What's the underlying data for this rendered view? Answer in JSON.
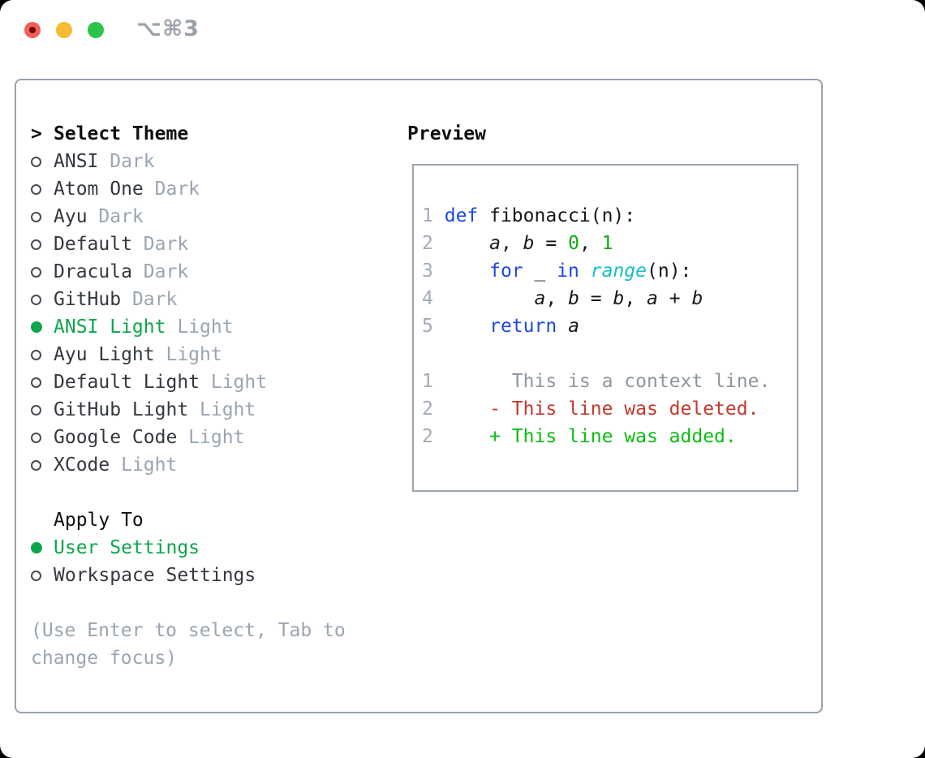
{
  "window": {
    "shortcut_label": "⌥⌘3",
    "traffic_lights": {
      "close": "#f1605a",
      "close_dot": "#6d0b0b",
      "minimize": "#f7bb33",
      "zoom": "#2ec24a"
    }
  },
  "select_theme": {
    "prompt": ">",
    "title": "Select Theme",
    "themes": [
      {
        "name": "ANSI",
        "tag": "Dark",
        "selected": false
      },
      {
        "name": "Atom One",
        "tag": "Dark",
        "selected": false
      },
      {
        "name": "Ayu",
        "tag": "Dark",
        "selected": false
      },
      {
        "name": "Default",
        "tag": "Dark",
        "selected": false
      },
      {
        "name": "Dracula",
        "tag": "Dark",
        "selected": false
      },
      {
        "name": "GitHub",
        "tag": "Dark",
        "selected": false
      },
      {
        "name": "ANSI Light",
        "tag": "Light",
        "selected": true
      },
      {
        "name": "Ayu Light",
        "tag": "Light",
        "selected": false
      },
      {
        "name": "Default Light",
        "tag": "Light",
        "selected": false
      },
      {
        "name": "GitHub Light",
        "tag": "Light",
        "selected": false
      },
      {
        "name": "Google Code",
        "tag": "Light",
        "selected": false
      },
      {
        "name": "XCode",
        "tag": "Light",
        "selected": false
      }
    ]
  },
  "apply_to": {
    "title": "Apply To",
    "options": [
      {
        "name": "User Settings",
        "selected": true
      },
      {
        "name": "Workspace Settings",
        "selected": false
      }
    ]
  },
  "help_lines": [
    "(Use Enter to select, Tab to",
    "change focus)"
  ],
  "preview": {
    "title": "Preview",
    "lines": [
      {
        "num": "1",
        "tokens": [
          [
            "kw",
            "def"
          ],
          [
            "pln",
            " fibonacci(n):"
          ]
        ]
      },
      {
        "num": "2",
        "tokens": [
          [
            "pln",
            "    "
          ],
          [
            "var",
            "a"
          ],
          [
            "pln",
            ", "
          ],
          [
            "var",
            "b"
          ],
          [
            "pln",
            " = "
          ],
          [
            "lit",
            "0"
          ],
          [
            "pln",
            ", "
          ],
          [
            "lit",
            "1"
          ]
        ]
      },
      {
        "num": "3",
        "tokens": [
          [
            "pln",
            "    "
          ],
          [
            "kw",
            "for"
          ],
          [
            "pln",
            " _ "
          ],
          [
            "kw",
            "in"
          ],
          [
            "pln",
            " "
          ],
          [
            "bi",
            "range"
          ],
          [
            "pln",
            "(n):"
          ]
        ]
      },
      {
        "num": "4",
        "tokens": [
          [
            "pln",
            "        "
          ],
          [
            "var",
            "a"
          ],
          [
            "pln",
            ", "
          ],
          [
            "var",
            "b"
          ],
          [
            "pln",
            " = "
          ],
          [
            "var",
            "b"
          ],
          [
            "pln",
            ", "
          ],
          [
            "var",
            "a"
          ],
          [
            "pln",
            " + "
          ],
          [
            "var",
            "b"
          ]
        ]
      },
      {
        "num": "5",
        "tokens": [
          [
            "pln",
            "    "
          ],
          [
            "kw",
            "return"
          ],
          [
            "pln",
            " "
          ],
          [
            "var",
            "a"
          ]
        ]
      },
      {
        "num": "",
        "tokens": []
      },
      {
        "num": "1",
        "tokens": [
          [
            "ctx",
            "      This is a context line."
          ]
        ]
      },
      {
        "num": "2",
        "tokens": [
          [
            "del",
            "    - This line was deleted."
          ]
        ]
      },
      {
        "num": "2",
        "tokens": [
          [
            "add",
            "    + This line was added."
          ]
        ]
      }
    ]
  },
  "colors": {
    "selected_green": "#0da64c",
    "header_text": "#0d0f12",
    "item_text": "#33383f",
    "muted": "#9aa5b2",
    "panel_border": "#98a2ae",
    "kw": "#1d49e2",
    "pln": "#15181c",
    "lit": "#0cac0c",
    "bi": "#14bfca",
    "var": "#15181c",
    "ctx": "#8d959f",
    "del": "#c3382c",
    "add": "#0bbe11",
    "lineno": "#a2abb8"
  }
}
